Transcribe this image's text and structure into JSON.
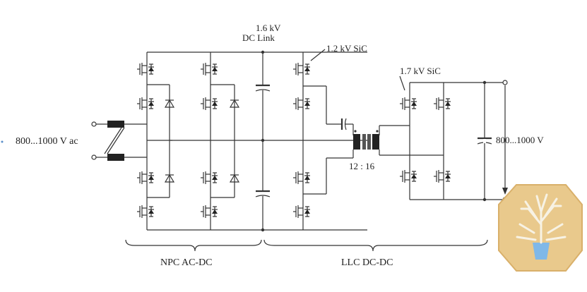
{
  "labels": {
    "dc_link_voltage": "1.6 kV",
    "dc_link": "DC Link",
    "sic_12": "1.2 kV SiC",
    "sic_17": "1.7 kV SiC",
    "ac_input": "800...1000 V ac",
    "dc_output": "800...1000 V",
    "turns_ratio": "12 : 16",
    "section_npc": "NPC AC-DC",
    "section_llc": "LLC DC-DC"
  },
  "colors": {
    "line": "#333333",
    "logo_bg": "#e9c98c",
    "logo_tree": "#f7f2e4",
    "logo_blue": "#7fb8e8"
  }
}
